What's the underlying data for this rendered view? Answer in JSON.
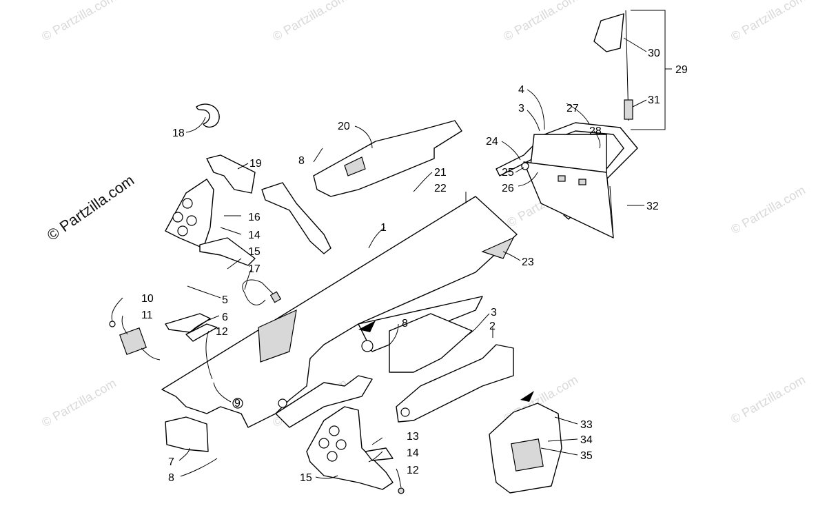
{
  "watermarks": [
    "© Partzilla.com",
    "© Partzilla.com",
    "© Partzilla.com",
    "© Partzilla.com",
    "© Partzilla.com",
    "© Partzilla.com",
    "© Partzilla.com",
    "© Partzilla.com",
    "© Partzilla.com",
    "© Partzilla.com"
  ],
  "brand_watermark": "© Partzilla.com",
  "callouts": {
    "c1": "1",
    "c2": "2",
    "c3a": "3",
    "c3b": "3",
    "c4": "4",
    "c5": "5",
    "c6": "6",
    "c7": "7",
    "c8a": "8",
    "c8b": "8",
    "c8c": "8",
    "c9": "9",
    "c10": "10",
    "c11": "11",
    "c12a": "12",
    "c12b": "12",
    "c13": "13",
    "c14a": "14",
    "c14b": "14",
    "c15a": "15",
    "c15b": "15",
    "c16": "16",
    "c17": "17",
    "c18": "18",
    "c19": "19",
    "c20": "20",
    "c21": "21",
    "c22": "22",
    "c23": "23",
    "c24": "24",
    "c25": "25",
    "c26": "26",
    "c27": "27",
    "c28": "28",
    "c29": "29",
    "c30": "30",
    "c31": "31",
    "c32": "32",
    "c33": "33",
    "c34": "34",
    "c35": "35"
  },
  "colors": {
    "line": "#000000",
    "watermark": "#d9d9d9",
    "background": "#ffffff"
  }
}
